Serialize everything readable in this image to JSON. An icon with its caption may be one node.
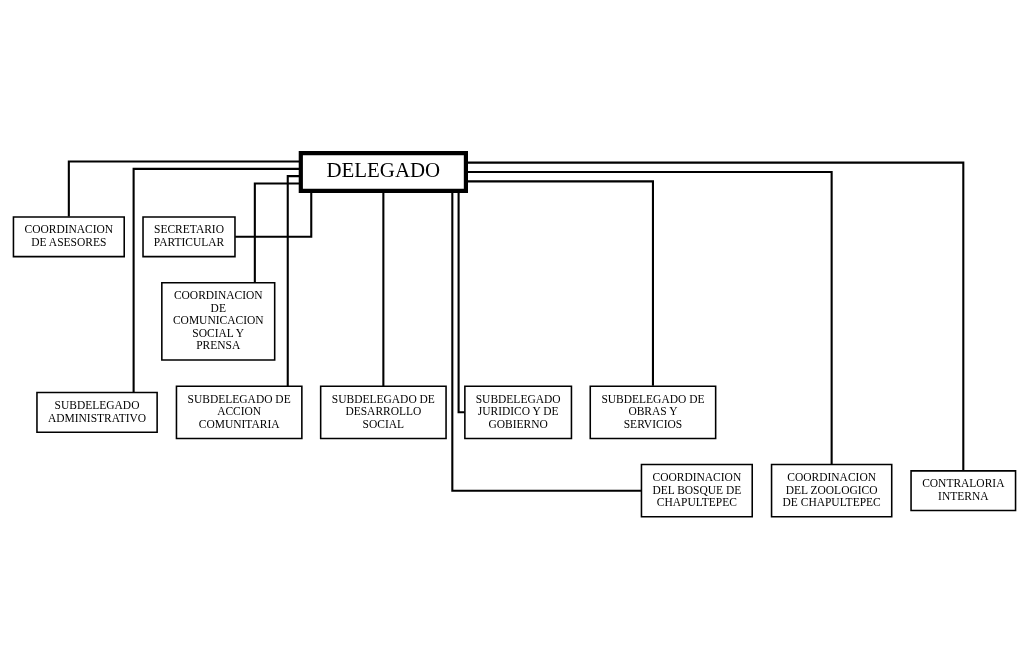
{
  "diagram": {
    "nodes": [
      {
        "text": [
          "DELEGADO"
        ]
      },
      {
        "text": [
          "COORDINACION DE ASESORES"
        ]
      },
      {
        "text": [
          "SECRETARIO PARTICULAR"
        ]
      },
      {
        "text": [
          "COORDINACION DE COMUNICACION SOCIAL Y PRENSA"
        ]
      },
      {
        "text": [
          "SUBDELEGADO ADMINISTRATIVO"
        ]
      },
      {
        "text": [
          "SUBDELEGADO DE ACCION COMUNITARIA"
        ]
      },
      {
        "text": [
          "SUBDELEGADO DE DESARROLLO SOCIAL"
        ]
      },
      {
        "text": [
          "SUBDELEGADO JURIDICO Y DE GOBIERNO"
        ]
      },
      {
        "text": [
          "SUBDELEGADO DE OBRAS Y SERVICIOS"
        ]
      },
      {
        "text": [
          "COORDINACION DEL BOSQUE DE CHAPULTEPEC"
        ]
      },
      {
        "text": [
          "COORDINACION DEL ZOOLOGICO DE CHAPULTEPEC"
        ]
      },
      {
        "text": [
          "CONTRALORIA INTERNA"
        ]
      }
    ],
    "edges": [
      {
        "from": 0,
        "to": 1,
        "arrow": "none"
      },
      {
        "from": 0,
        "to": 2,
        "arrow": "none"
      },
      {
        "from": 0,
        "to": 3,
        "arrow": "none"
      },
      {
        "from": 0,
        "to": 4,
        "arrow": "none"
      },
      {
        "from": 0,
        "to": 5,
        "arrow": "none"
      },
      {
        "from": 0,
        "to": 6,
        "arrow": "none"
      },
      {
        "from": 0,
        "to": 7,
        "arrow": "none"
      },
      {
        "from": 0,
        "to": 8,
        "arrow": "none"
      },
      {
        "from": 0,
        "to": 9,
        "arrow": "none"
      },
      {
        "from": 0,
        "to": 10,
        "arrow": "none"
      },
      {
        "from": 0,
        "to": 11,
        "arrow": "none"
      }
    ]
  }
}
